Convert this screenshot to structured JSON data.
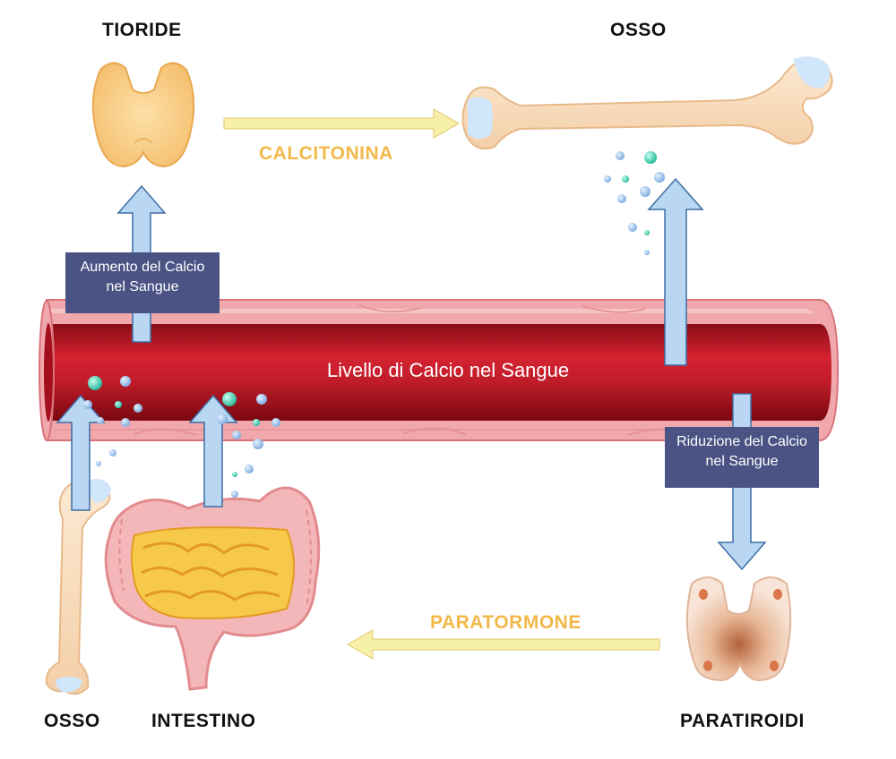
{
  "labels": {
    "thyroid": "TIORIDE",
    "bone_top": "OSSO",
    "bone_bottom": "OSSO",
    "intestine": "INTESTINO",
    "parathyroid": "PARATIROIDI"
  },
  "hormones": {
    "calcitonin": "CALCITONINA",
    "parathormone": "PARATORMONE"
  },
  "boxes": {
    "increase": "Aumento del Calcio nel Sangue",
    "decrease": "Riduzione del Calcio nel Sangue"
  },
  "vessel": {
    "label": "Livello di Calcio nel Sangue"
  },
  "colors": {
    "hormone_text": "#f2b84a",
    "hormone_arrow": "#f6f0a8",
    "flow_arrow": "#b9d7f2",
    "box": "#4a5384",
    "vessel": "#c8202e"
  }
}
